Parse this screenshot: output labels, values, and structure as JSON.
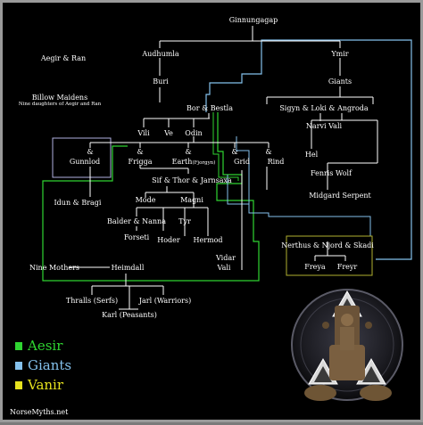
{
  "colors": {
    "aesir": "#2fd431",
    "giants": "#84c1ec",
    "vanir": "#e6e21e",
    "tree": "#ffffff",
    "vanir_box": "#b0b030"
  },
  "nodes": {
    "ginnungagap": "Ginnungagap",
    "audhumla": "Audhumla",
    "ymir": "Ymir",
    "buri": "Buri",
    "giants": "Giants",
    "bor_bestla": "Bor & Bestla",
    "sigyn_loki_angroda": "Sigyn & Loki & Angroda",
    "narvi_vali": "Narvi Vali",
    "vili": "Vili",
    "ve": "Ve",
    "odin": "Odin",
    "amp1": "&",
    "amp2": "&",
    "amp3": "&",
    "amp4": "&",
    "amp5": "&",
    "gunnlod": "Gunnlod",
    "frigga": "Frigga",
    "earth": "Earth",
    "earth_alias": "(Fjorgyn)",
    "grid": "Grid",
    "rind": "Rind",
    "hel": "Hel",
    "fenris_wolf": "Fenris Wolf",
    "midgard_serpent": "Midgard Serpent",
    "sif_thor_jarnsaxa": "Sif & Thor & Jarnsaxa",
    "modi": "Mode",
    "magni": "Magni",
    "idun_bragi": "Idun & Bragi",
    "balder_nanna": "Balder & Nanna",
    "tyr": "Tyr",
    "forseti": "Forseti",
    "hoder": "Hoder",
    "hermod": "Hermod",
    "vidar": "Vidar",
    "vali": "Vali",
    "nerthus_njord_skadi": "Nerthus & Njord & Skadi",
    "freya": "Freya",
    "freyr": "Freyr",
    "nine_mothers": "Nine Mothers",
    "heimdall": "Heimdall",
    "thralls": "Thralls (Serfs)",
    "jarl": "Jarl (Warriors)",
    "karl": "Karl (Peasants)",
    "aegir_ran": "Aegir & Ran",
    "billow_maidens": "Billow Maidens",
    "billow_sub": "Nine daughters of Aegir and Ran"
  },
  "legend": {
    "aesir": "Aesir",
    "giants": "Giants",
    "vanir": "Vanir"
  },
  "site": "NorseMyths.net",
  "emblem": {
    "icon": "valknut-odin-throne-icon"
  }
}
